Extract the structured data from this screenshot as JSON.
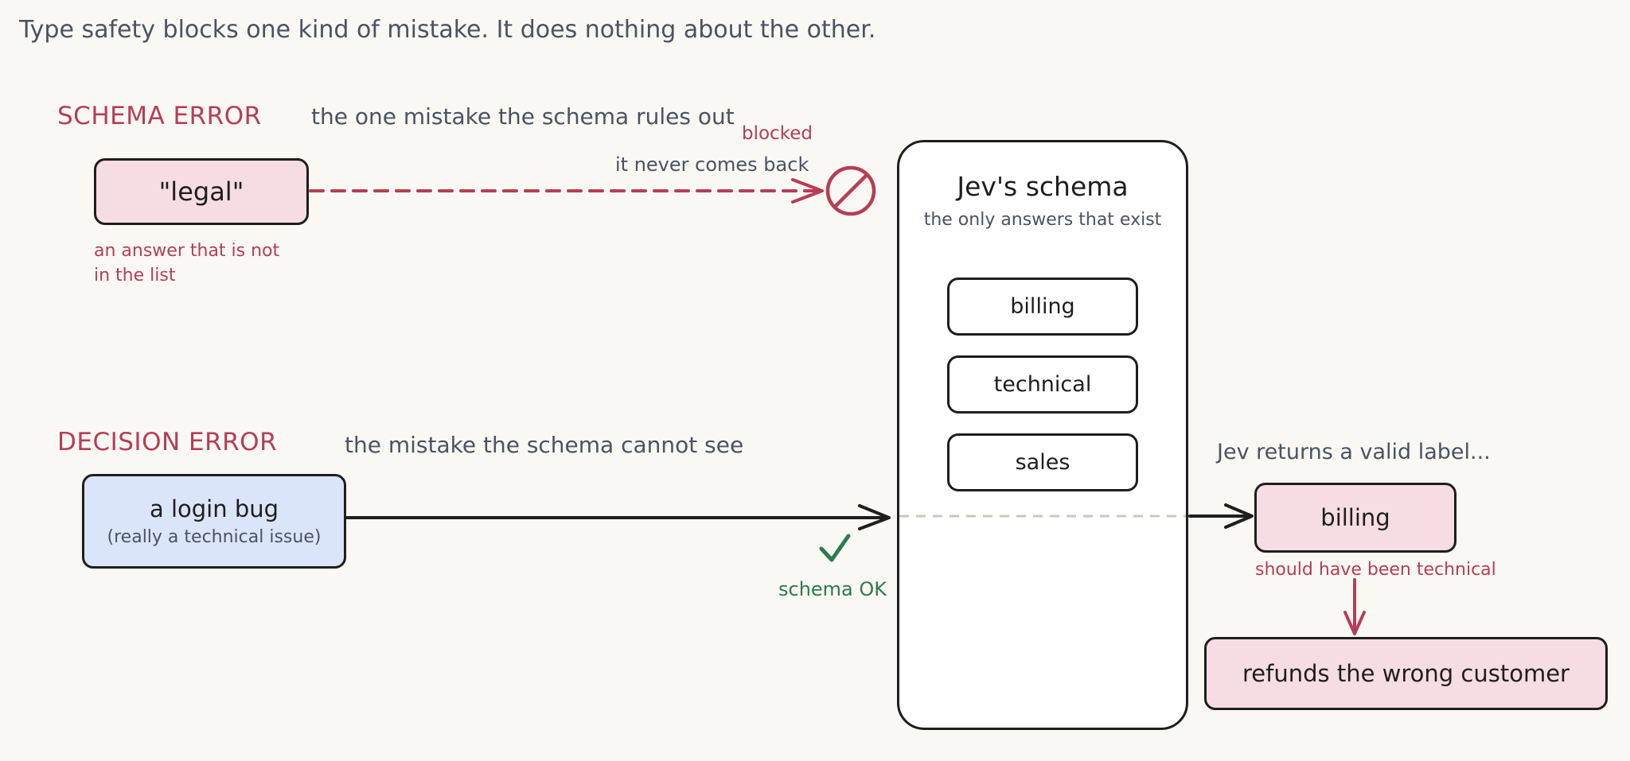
{
  "title": "Type safety blocks one kind of mistake. It does nothing about the other.",
  "schema_error": {
    "label": "SCHEMA ERROR",
    "note": "the one mistake the schema rules out",
    "input": "\"legal\"",
    "input_note_line1": "an answer that is not",
    "input_note_line2": "in the list",
    "blocked": "blocked",
    "never_back": "it never comes back"
  },
  "schema": {
    "title": "Jev's schema",
    "subtitle": "the only answers that exist",
    "options": [
      "billing",
      "technical",
      "sales"
    ]
  },
  "decision_error": {
    "label": "DECISION ERROR",
    "note": "the mistake the schema cannot see",
    "input_title": "a login bug",
    "input_sub": "(really a technical issue)",
    "schema_ok": "schema OK",
    "returns": "Jev returns a valid label...",
    "output": "billing",
    "should": "should have been technical",
    "consequence": "refunds the wrong customer"
  },
  "colors": {
    "red": "#b63d57",
    "green": "#2f7a4d",
    "ink": "#1e1e1e",
    "pink_fill": "#f6dce3",
    "blue_fill": "#dbe5f9"
  }
}
